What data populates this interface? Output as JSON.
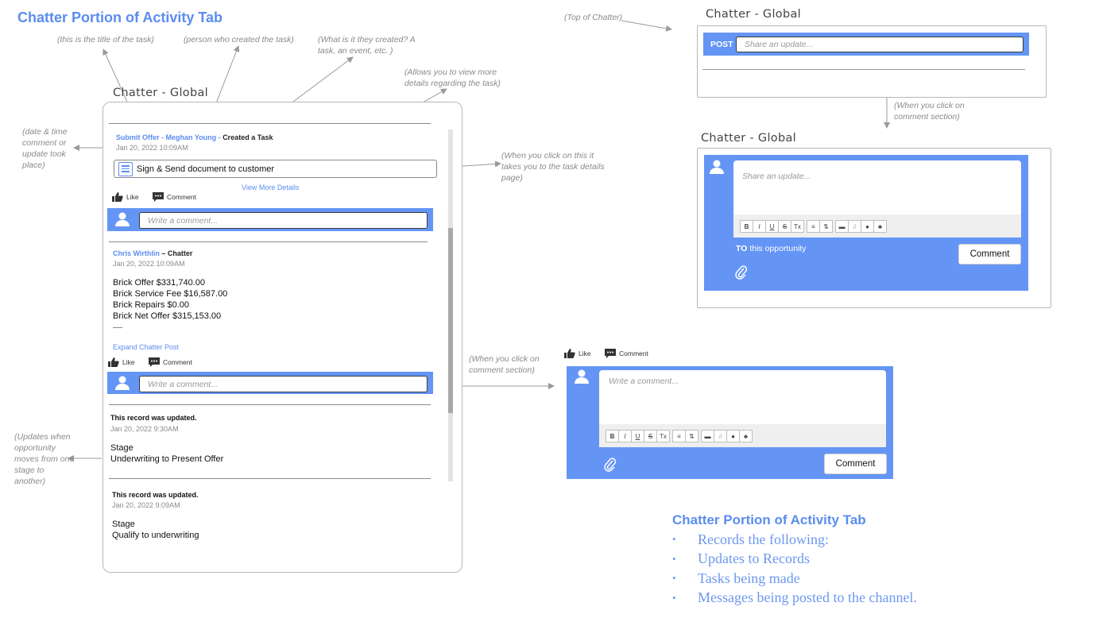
{
  "page_title": "Chatter Portion of Activity Tab",
  "annotations": {
    "task_title": "(this is the title of the task)",
    "task_creator": "(person who created the task)",
    "what_created": "(What is it they created? A task, an event, etc. )",
    "view_more": "(Allows you to view more details regarding the task)",
    "date_time": "(date & time comment or update took place)",
    "task_click": "(When you click on this it takes you to the task details page)",
    "stage_updates": "(Updates when opportunity moves from one stage to another)",
    "comment_click": "(When you click on comment section)",
    "top_of_chatter": "(Top of Chatter)",
    "post_click": "(When you click on comment section)"
  },
  "feed": {
    "title": "Chatter - Global",
    "task_post": {
      "task_title": "Submit Offer",
      "sep1": " - ",
      "creator": "Meghan Young",
      "sep2": " - ",
      "action": "Created a Task",
      "date": "Jan 20, 2022  10:09AM",
      "task_name": "Sign & Send document to customer",
      "view_more": "View More Details"
    },
    "like_label": "Like",
    "comment_label": "Comment",
    "comment_placeholder": "Write a comment...",
    "chatter_post": {
      "author": "Chris Wirthlin",
      "suffix": " – Chatter",
      "date": "Jan 20, 2022  10:09AM",
      "lines": [
        "Brick Offer $331,740.00",
        "Brick Service Fee $16,587.00",
        "Brick Repairs $0.00",
        "Brick Net Offer $315,153.00",
        "----"
      ],
      "expand": "Expand Chatter Post"
    },
    "updates": [
      {
        "heading": "This record was updated.",
        "date": "Jan 20, 2022  9:30AM",
        "field": "Stage",
        "value": "Underwriting to Present Offer"
      },
      {
        "heading": "This record was updated.",
        "date": "Jan 20, 2022  9:09AM",
        "field": "Stage",
        "value": "Qualify to underwriting"
      }
    ]
  },
  "top_panel": {
    "title": "Chatter - Global",
    "post_label": "POST",
    "placeholder": "Share an update..."
  },
  "expanded_panel": {
    "title": "Chatter - Global",
    "placeholder": "Share an update...",
    "toolbar": [
      "B",
      "I",
      "U",
      "S",
      "Tx",
      "list",
      "numlist",
      "image",
      "link",
      "emoji",
      "mention"
    ],
    "to_bold": "TO",
    "to_rest": " this opportunity",
    "button": "Comment"
  },
  "comment_expanded": {
    "like_label": "Like",
    "comment_label": "Comment",
    "placeholder": "Write a comment...",
    "button": "Comment"
  },
  "summary": {
    "title": "Chatter Portion of Activity Tab",
    "items": [
      "Records the following:",
      "Updates to Records",
      "Tasks being made",
      "Messages being posted to the channel."
    ]
  },
  "colors": {
    "accent": "#5b8def",
    "bar": "#6495f5",
    "note": "#8a8a8a"
  }
}
